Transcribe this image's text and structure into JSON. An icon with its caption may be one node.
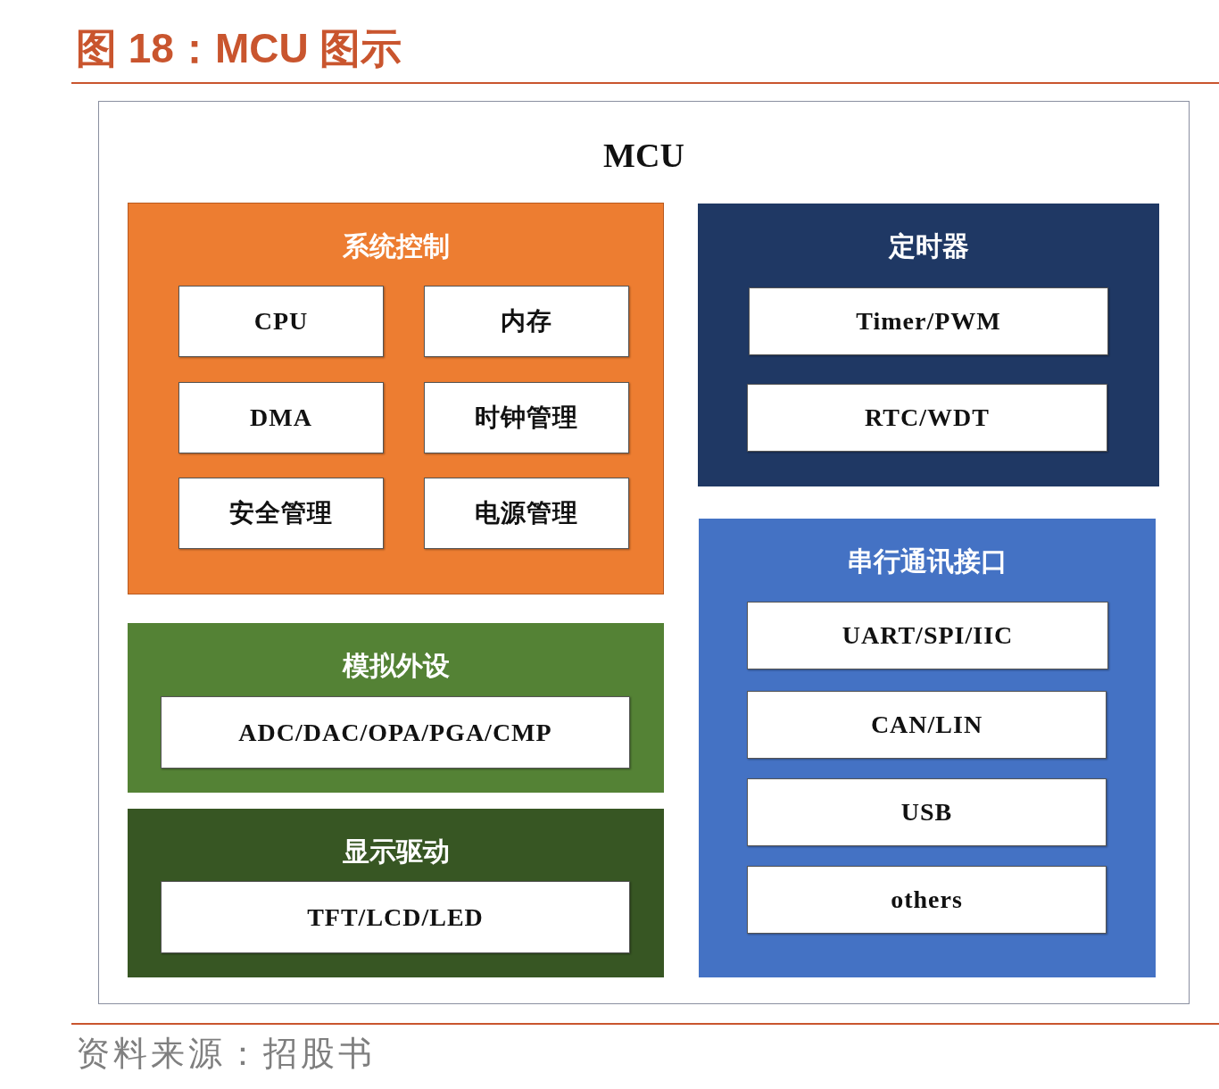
{
  "diagram": {
    "title": "图 18：MCU 图示",
    "caption": "资料来源：招股书",
    "nodes": [
      {
        "text": [
          "MCU"
        ]
      },
      {
        "text": [
          "系统控制"
        ],
        "in": 0
      },
      {
        "text": [
          "CPU"
        ],
        "in": 1
      },
      {
        "text": [
          "内存"
        ],
        "in": 1
      },
      {
        "text": [
          "DMA"
        ],
        "in": 1
      },
      {
        "text": [
          "时钟管理"
        ],
        "in": 1
      },
      {
        "text": [
          "安全管理"
        ],
        "in": 1
      },
      {
        "text": [
          "电源管理"
        ],
        "in": 1
      },
      {
        "text": [
          "定时器"
        ],
        "in": 0
      },
      {
        "text": [
          "Timer/PWM"
        ],
        "in": 8
      },
      {
        "text": [
          "RTC/WDT"
        ],
        "in": 8
      },
      {
        "text": [
          "模拟外设"
        ],
        "in": 0
      },
      {
        "text": [
          "ADC/DAC/OPA/PGA/CMP"
        ],
        "in": 11
      },
      {
        "text": [
          "显示驱动"
        ],
        "in": 0
      },
      {
        "text": [
          "TFT/LCD/LED"
        ],
        "in": 13
      },
      {
        "text": [
          "串行通讯接口"
        ],
        "in": 0
      },
      {
        "text": [
          "UART/SPI/IIC"
        ],
        "in": 15
      },
      {
        "text": [
          "CAN/LIN"
        ],
        "in": 15
      },
      {
        "text": [
          "USB"
        ],
        "in": 15
      },
      {
        "text": [
          "others"
        ],
        "in": 15
      }
    ]
  }
}
